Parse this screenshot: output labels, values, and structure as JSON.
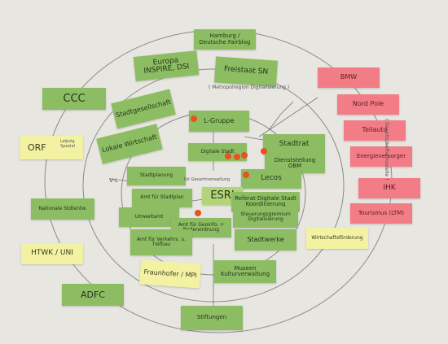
{
  "board": {
    "notes_green": [
      {
        "id": "hamburg",
        "text": "Hamburg / Deutsche Fairblog"
      },
      {
        "id": "europa",
        "text": "Europa INSPIRE, DSI"
      },
      {
        "id": "freistaat",
        "text": "Freistaat SN"
      },
      {
        "id": "ccc",
        "text": "CCC"
      },
      {
        "id": "stadtgesellschaft",
        "text": "Stadtgesellschaft"
      },
      {
        "id": "l-gruppe",
        "text": "L-Gruppe"
      },
      {
        "id": "lokale-wirtschaft",
        "text": "Lokale Wirtschaft"
      },
      {
        "id": "digitale-stadt",
        "text": "Digitale Stadt"
      },
      {
        "id": "stadtrat",
        "text": "Stadtrat"
      },
      {
        "id": "dienststellung",
        "text": "Dienststellung OBM"
      },
      {
        "id": "lecos",
        "text": "Lecos"
      },
      {
        "id": "stadtplanung",
        "text": "Stadtplanung"
      },
      {
        "id": "amt-stadtplan",
        "text": "Amt für Stadtplan"
      },
      {
        "id": "esri",
        "text": "ESRI"
      },
      {
        "id": "referat-digital",
        "text": "Referat Digitale Stadt Koordinierung"
      },
      {
        "id": "nationale-stdtentw",
        "text": "Nationale Stdtentw."
      },
      {
        "id": "umweltamt",
        "text": "Umweltamt"
      },
      {
        "id": "amt-geoinfo",
        "text": "Amt für Geoinfo. + Bodenordnung"
      },
      {
        "id": "amt-verkehr",
        "text": "Amt für Verkehrs. u. Tiefbau"
      },
      {
        "id": "stadtwerke",
        "text": "Stadtwerke"
      },
      {
        "id": "digitalisierung",
        "text": "Steuerungsgremium Digitalisierung"
      },
      {
        "id": "museen",
        "text": "Museen Kulturverwaltung"
      },
      {
        "id": "adfc",
        "text": "ADFC"
      },
      {
        "id": "stiftung",
        "text": "Stiftungen"
      }
    ],
    "notes_yellow": [
      {
        "id": "orf",
        "text": "ORF"
      },
      {
        "id": "orf-sub",
        "text": "Leipzig Spezial"
      },
      {
        "id": "htwk",
        "text": "HTWK / UNI"
      },
      {
        "id": "fraunhofer",
        "text": "Fraunhofer / MPI"
      },
      {
        "id": "wirtschaft",
        "text": "Wirtschaftsförderung"
      }
    ],
    "notes_pink": [
      {
        "id": "bmw",
        "text": "BMW"
      },
      {
        "id": "nordpole",
        "text": "Nord Pole"
      },
      {
        "id": "teilauto",
        "text": "Teilauto"
      },
      {
        "id": "energieversorger",
        "text": "Energieversorger"
      },
      {
        "id": "ihk",
        "text": "IHK"
      },
      {
        "id": "tourismus",
        "text": "Tourismus (LTM)"
      }
    ],
    "handwritten": {
      "metropolregion": "( Metropolregion Digitalisierung )",
      "gesellschafter": "( Gesellschaftermodelle )",
      "fuer-gesamtverwaltung": "für Gesamtverwaltung",
      "leiter": "V-L"
    }
  }
}
